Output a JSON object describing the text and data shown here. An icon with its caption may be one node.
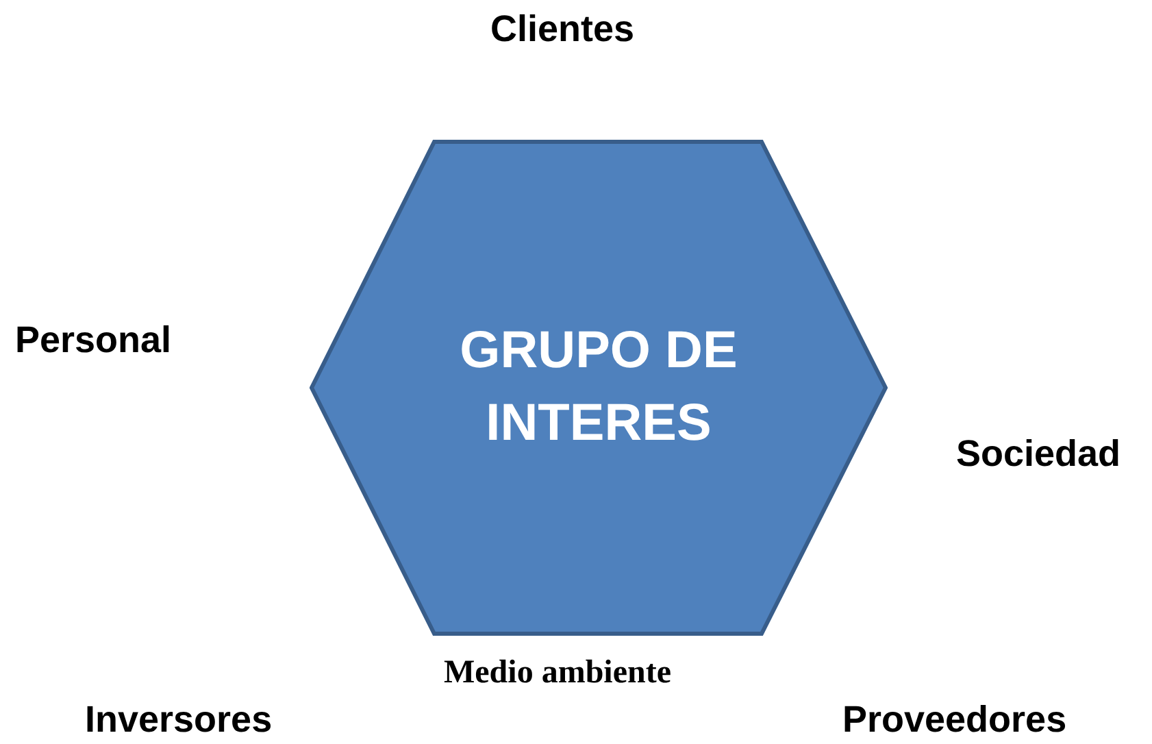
{
  "diagram": {
    "nodes": [
      {
        "text": [
          "GRUPO DE INTERES"
        ]
      }
    ],
    "labels": [
      "Clientes",
      "Personal",
      "Sociedad",
      "Medio ambiente",
      "Inversores",
      "Proveedores"
    ]
  }
}
